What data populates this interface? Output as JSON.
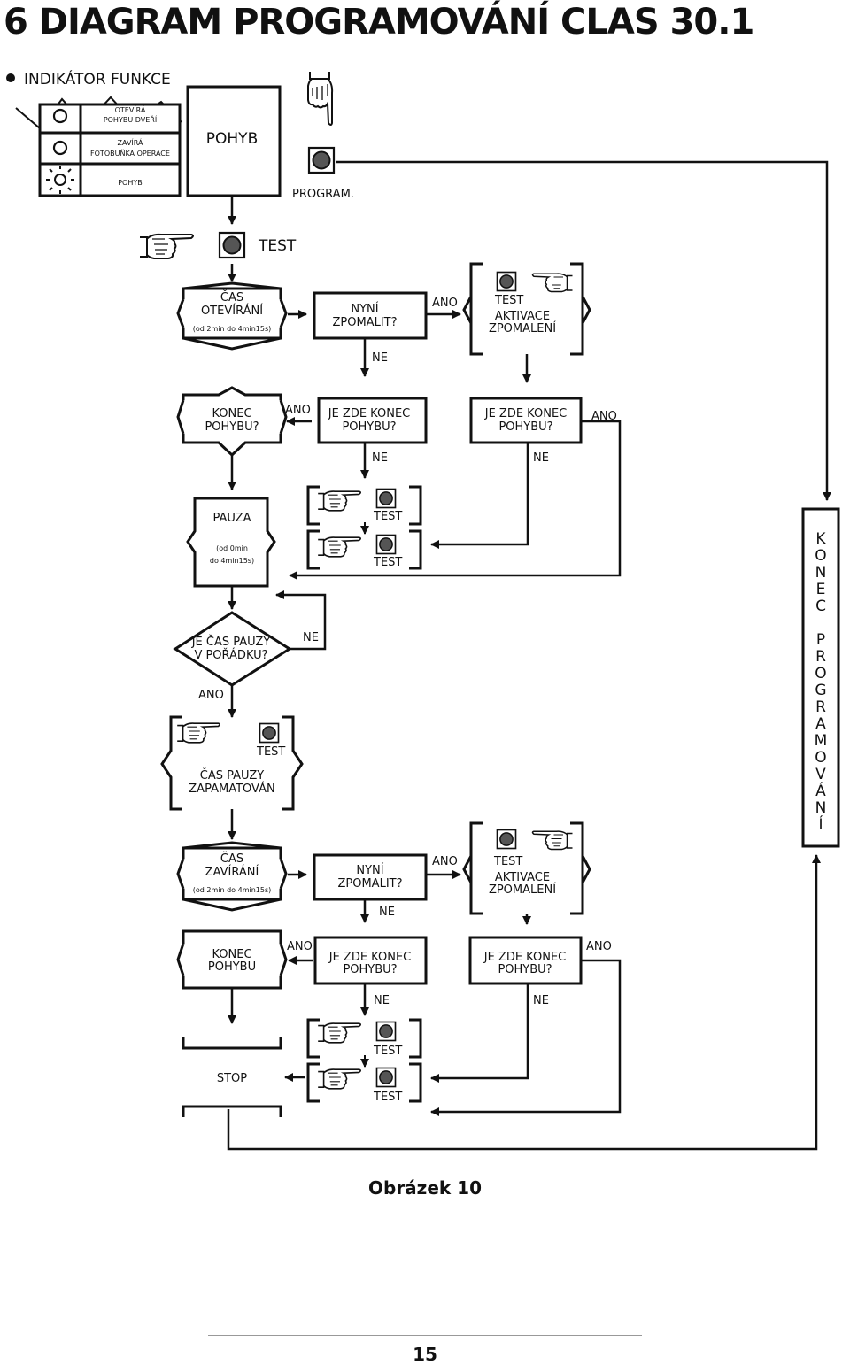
{
  "document": {
    "title": "6  DIAGRAM PROGRAMOVÁNÍ CLAS 30.1",
    "caption": "Obrázek 10",
    "page_number": "15"
  },
  "indicator": {
    "bullet_label": "INDIKÁTOR FUNKCE",
    "rows": [
      {
        "icon": "light-off-icon",
        "line1": "OTEVÍRÁ",
        "line2": "POHYBU DVEŘÍ"
      },
      {
        "icon": "light-off-icon",
        "line1": "ZAVÍRÁ",
        "line2": "FOTOBUŇKA OPERACE"
      },
      {
        "icon": "light-on-icon",
        "line1": "POHYB",
        "line2": ""
      }
    ],
    "pohyb_box": "POHYB",
    "program_label": "PROGRAM."
  },
  "buttons": {
    "test_label": "TEST"
  },
  "flow": {
    "open_time": {
      "line1": "ČAS",
      "line2": "OTEVÍRÁNÍ",
      "range": "(od 2min do 4min15s)"
    },
    "slow_now_q": {
      "line1": "NYNÍ",
      "line2": "ZPOMALIT?"
    },
    "ano": "ANO",
    "ne": "NE",
    "slowdown_activation": {
      "test": "TEST",
      "line1": "AKTIVACE",
      "line2": "ZPOMALENÍ"
    },
    "end_of_motion_q": {
      "line1": "KONEC",
      "line2": "POHYBU?"
    },
    "is_end_here_q": {
      "line1": "JE ZDE KONEC",
      "line2": "POHYBU?"
    },
    "pause": {
      "line1": "PAUZA",
      "range1": "(od 0min",
      "range2": "do 4min15s)"
    },
    "pause_ok_q": {
      "line1": "JE ČAS PAUZY",
      "line2": "V POŘÁDKU?"
    },
    "pause_saved": {
      "line1": "ČAS PAUZY",
      "line2": "ZAPAMATOVÁN"
    },
    "close_time": {
      "line1": "ČAS",
      "line2": "ZAVÍRÁNÍ",
      "range": "(od 2min do 4min15s)"
    },
    "end_of_motion": {
      "line1": "KONEC",
      "line2": "POHYBU"
    },
    "stop": "STOP",
    "end_programming": [
      "K",
      "O",
      "N",
      "E",
      "C",
      "",
      "P",
      "R",
      "O",
      "G",
      "R",
      "A",
      "M",
      "O",
      "V",
      "Á",
      "N",
      "Í"
    ]
  }
}
